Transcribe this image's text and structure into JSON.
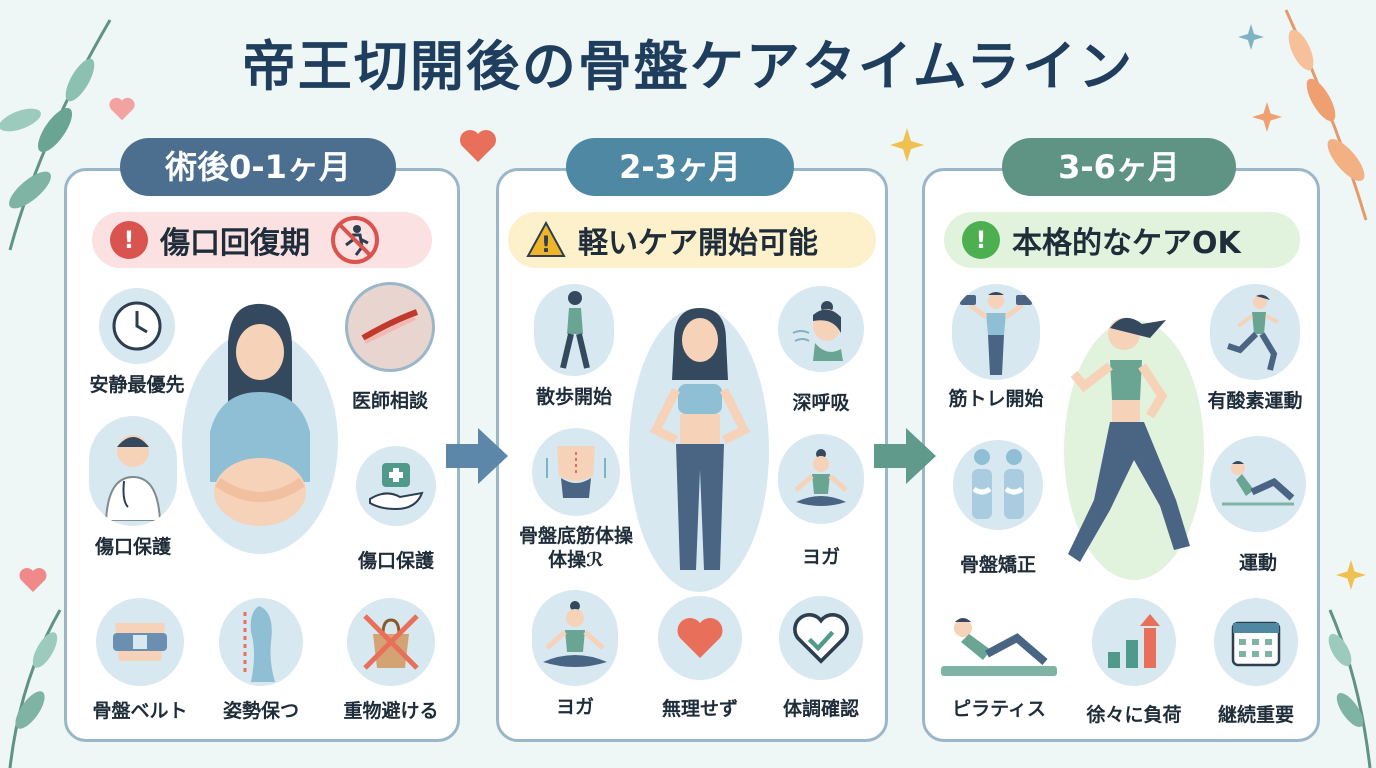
{
  "title": "帝王切開後の骨盤ケアタイムライン",
  "colors": {
    "navy": "#1f3d5c",
    "stage1": "#4d6f8f",
    "stage2": "#4f88a3",
    "stage3": "#5f9384",
    "alert_red": "#d9534f",
    "warn_yellow": "#f0b429",
    "ok_green": "#4caf50"
  },
  "stages": [
    {
      "period": "術後0-1ヶ月",
      "status": "傷口回復期",
      "status_icon": "exclamation-icon",
      "items": [
        "安静最優先",
        "医師相談",
        "傷口保護",
        "傷口保護",
        "骨盤ベルト",
        "姿勢保つ",
        "重物避ける"
      ]
    },
    {
      "period": "2-3ヶ月",
      "status": "軽いケア開始可能",
      "status_icon": "warning-icon",
      "items": [
        "散歩開始",
        "深呼吸",
        "骨盤底筋体操",
        "体操ℛ",
        "ヨガ",
        "ヨガ",
        "無理せず",
        "体調確認"
      ]
    },
    {
      "period": "3-6ヶ月",
      "status": "本格的なケアOK",
      "status_icon": "exclamation-icon",
      "items": [
        "筋トレ開始",
        "有酸素運動",
        "骨盤矯正",
        "運動",
        "ピラティス",
        "徐々に負荷",
        "継続重要"
      ]
    }
  ]
}
